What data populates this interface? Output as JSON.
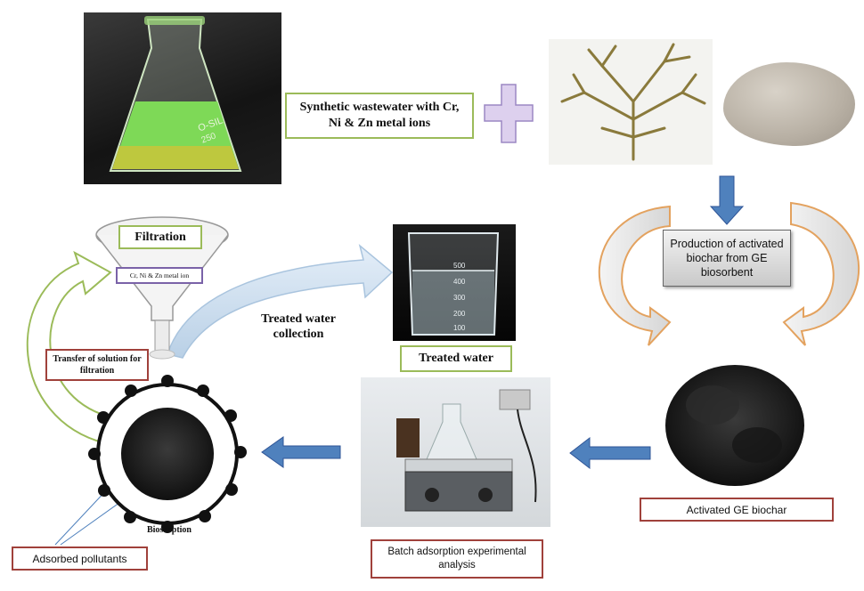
{
  "labels": {
    "synthetic_wastewater": "Synthetic wastewater with Cr, Ni & Zn metal ions",
    "production": "Production of activated biochar from GE biosorbent",
    "activated_biochar": "Activated GE biochar",
    "batch_adsorption": "Batch adsorption experimental analysis",
    "treated_water": "Treated water",
    "treated_water_collection": "Treated water collection",
    "filtration": "Filtration",
    "funnel_tag": "Cr, Ni & Zn metal ion",
    "transfer": "Transfer of solution for filtration",
    "biosorption": "Biosorption",
    "adsorbed_pollutants": "Adsorbed pollutants"
  },
  "beaker_marks": [
    "500",
    "400",
    "300",
    "200",
    "100"
  ],
  "flask_marks": [
    "O-SIL",
    "250"
  ],
  "colors": {
    "green_border": "#9bbb59",
    "red_border": "#a0413b",
    "blue_arrow": "#4f81bd",
    "orange_arrow": "#e3a25f",
    "plus_fill": "#ddd0ee"
  }
}
